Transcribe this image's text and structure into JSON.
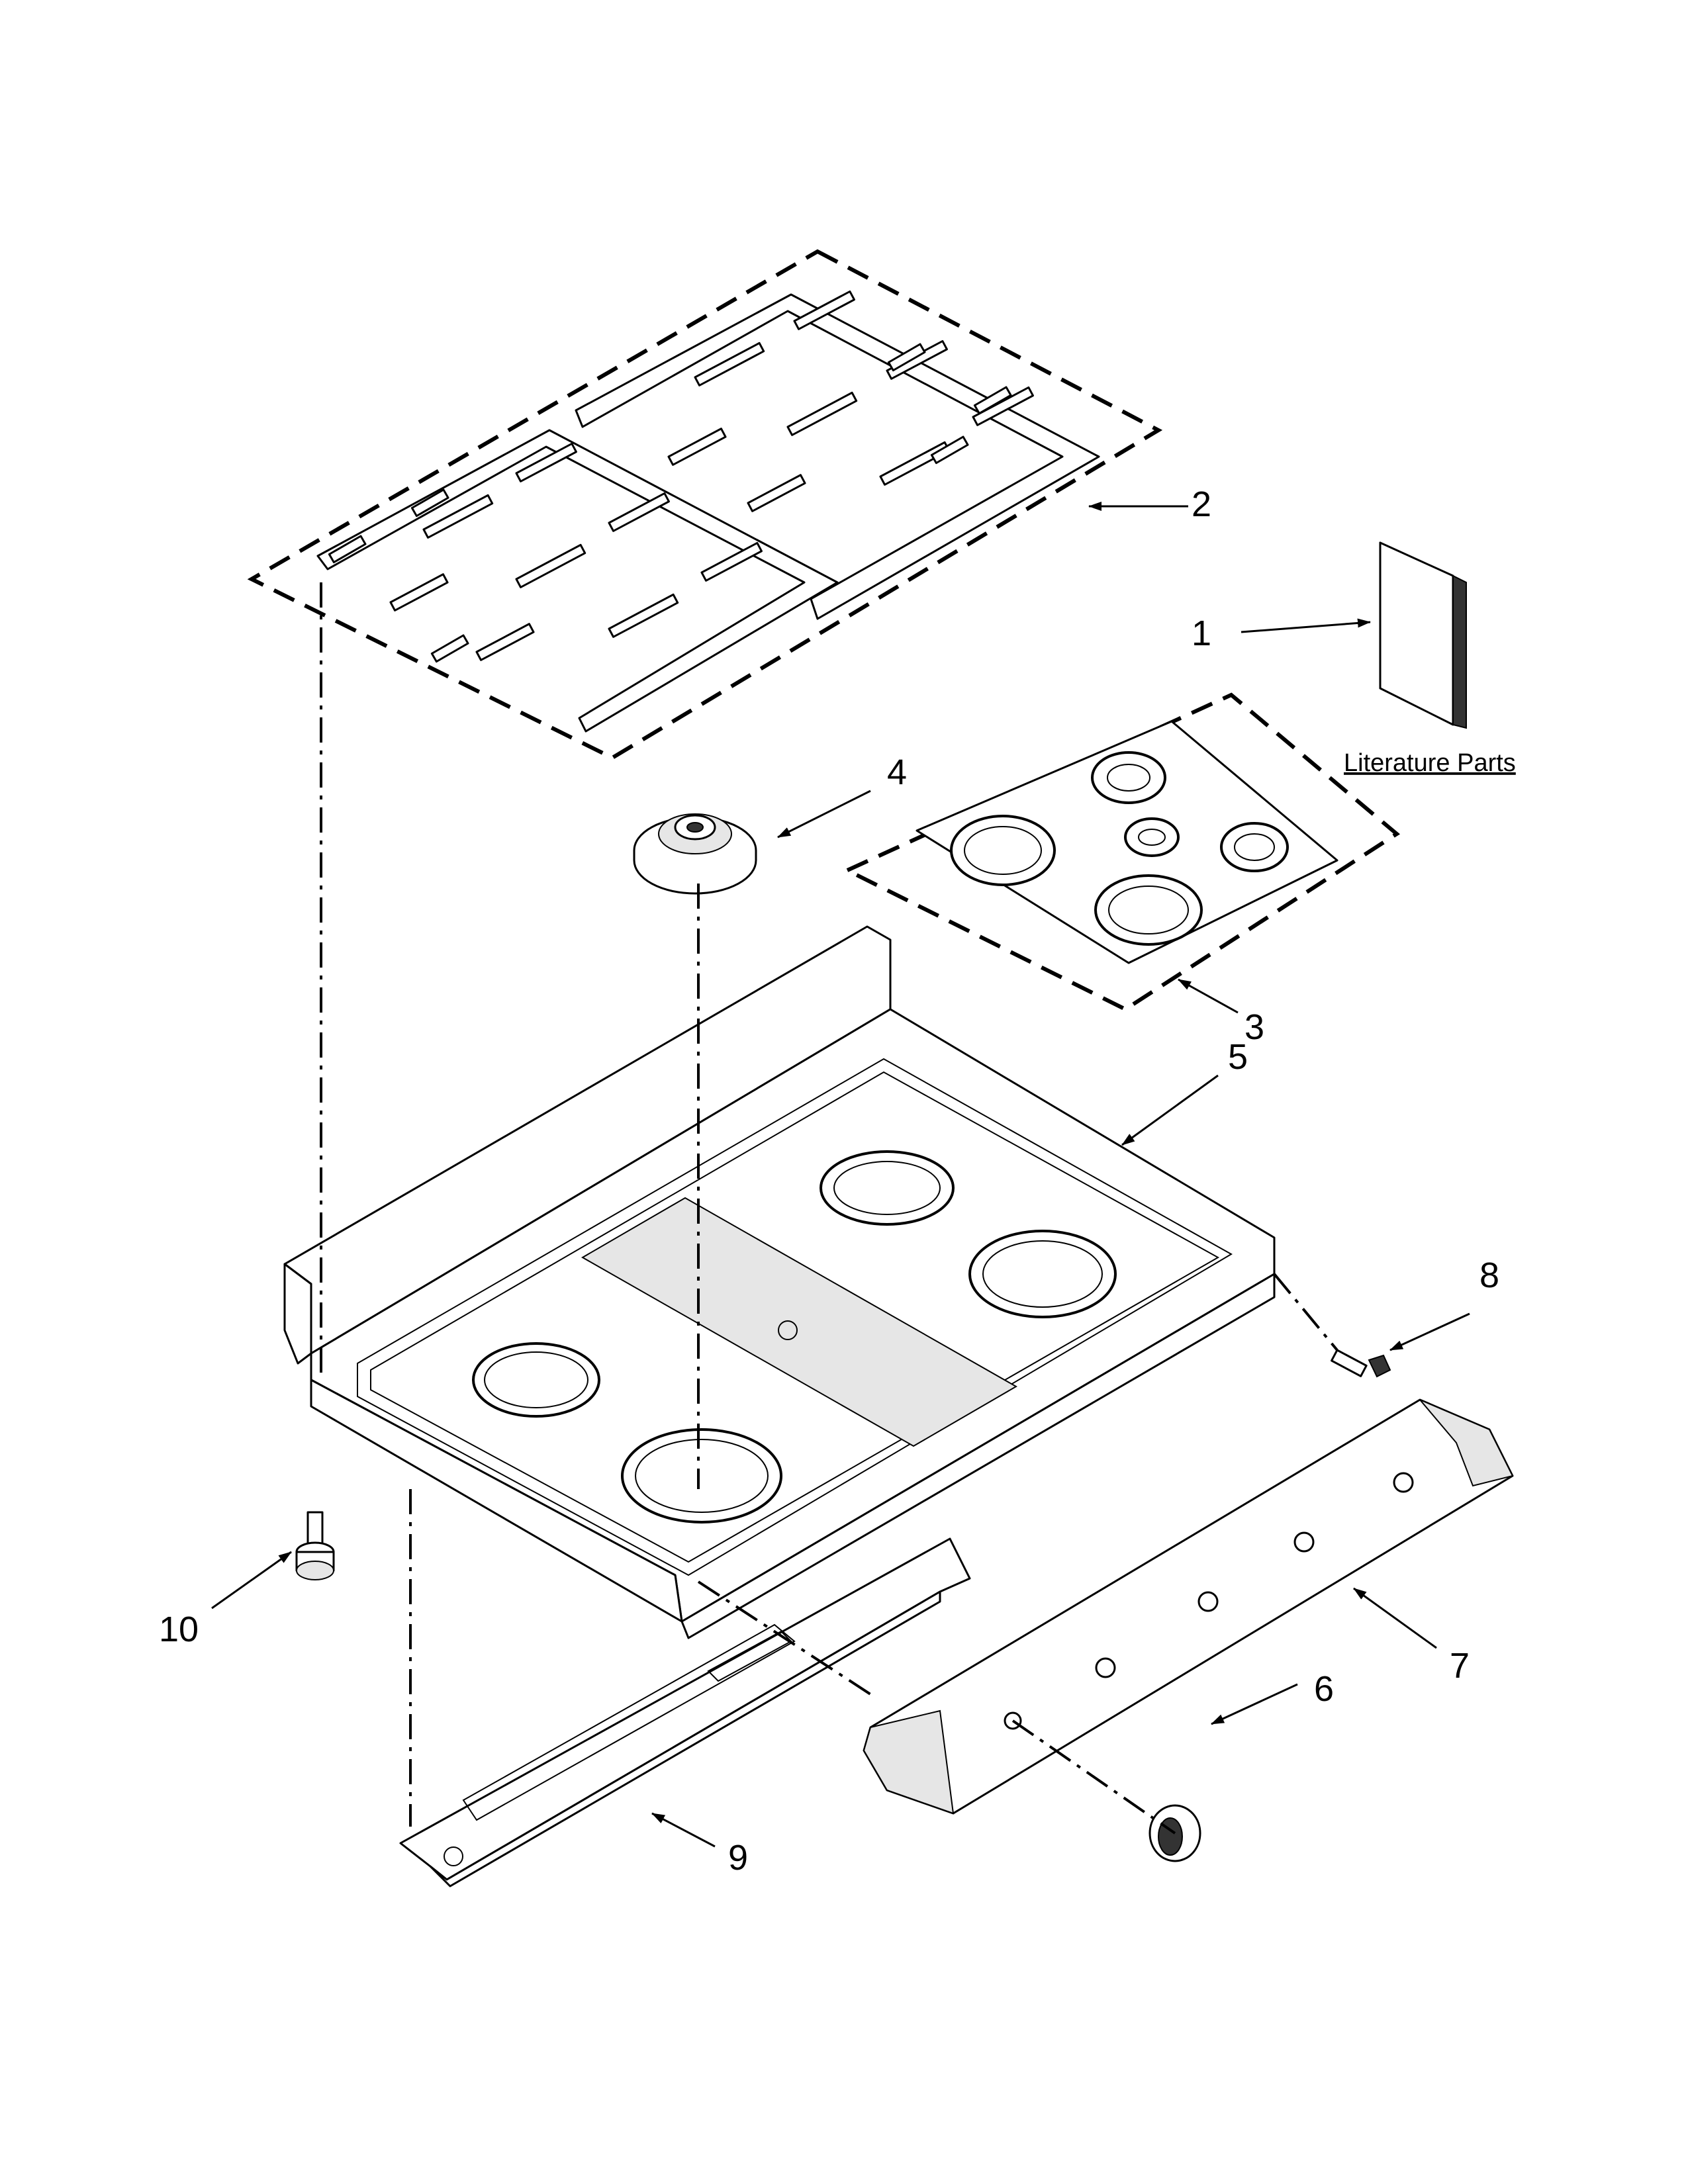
{
  "diagram": {
    "callouts": [
      {
        "id": "1",
        "label": "1"
      },
      {
        "id": "2",
        "label": "2"
      },
      {
        "id": "3",
        "label": "3"
      },
      {
        "id": "4",
        "label": "4"
      },
      {
        "id": "5",
        "label": "5"
      },
      {
        "id": "6",
        "label": "6"
      },
      {
        "id": "7",
        "label": "7"
      },
      {
        "id": "8",
        "label": "8"
      },
      {
        "id": "9",
        "label": "9"
      },
      {
        "id": "10",
        "label": "10"
      }
    ],
    "literature_label": "Literature Parts"
  }
}
